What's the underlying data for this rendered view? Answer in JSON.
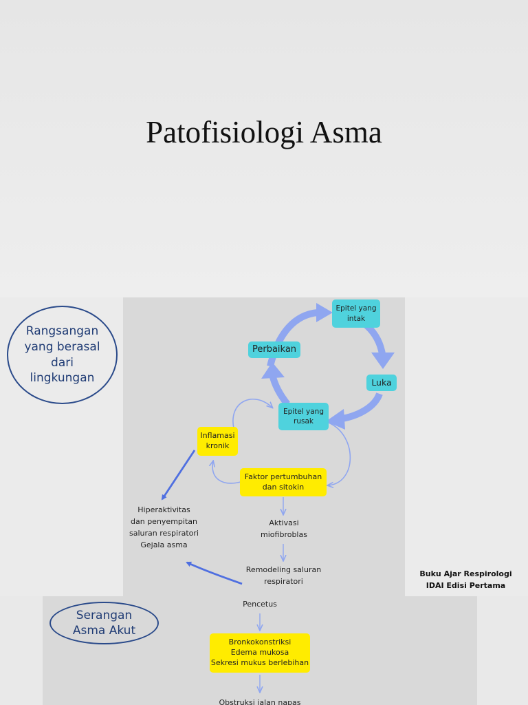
{
  "slide1": {
    "title": "Patofisiologi Asma"
  },
  "slide2": {
    "oval_text": "Rangsangan\nyang berasal\ndari\nlingkungan",
    "nodes": {
      "epitel_intak": "Epitel yang\nintak",
      "perbaikan": "Perbaikan",
      "luka": "Luka",
      "epitel_rusak": "Epitel yang\nrusak",
      "inflamasi": "Inflamasi\nkronik",
      "faktor": "Faktor pertumbuhan\ndan sitokin",
      "hiperaktivitas": "Hiperaktivitas\ndan penyempitan\nsaluran respiratori\nGejala asma",
      "aktivasi": "Aktivasi\nmiofibroblas",
      "remodeling": "Remodeling saluran\nrespiratori"
    },
    "source": "Buku Ajar Respirologi\nIDAI Edisi Pertama"
  },
  "slide3": {
    "oval_text": "Serangan\nAsma Akut",
    "pencetus": "Pencetus",
    "box_text": "Bronkokonstriksi\nEdema mukosa\nSekresi mukus berlebihan",
    "bottom_text": "Obstruksi jalan napas"
  },
  "colors": {
    "cyan": "#4fd2dd",
    "yellow": "#ffec00",
    "arrow": "#8fa6f0",
    "dark_arrow": "#4f6fe0",
    "oval_border": "#2a4a8a"
  }
}
